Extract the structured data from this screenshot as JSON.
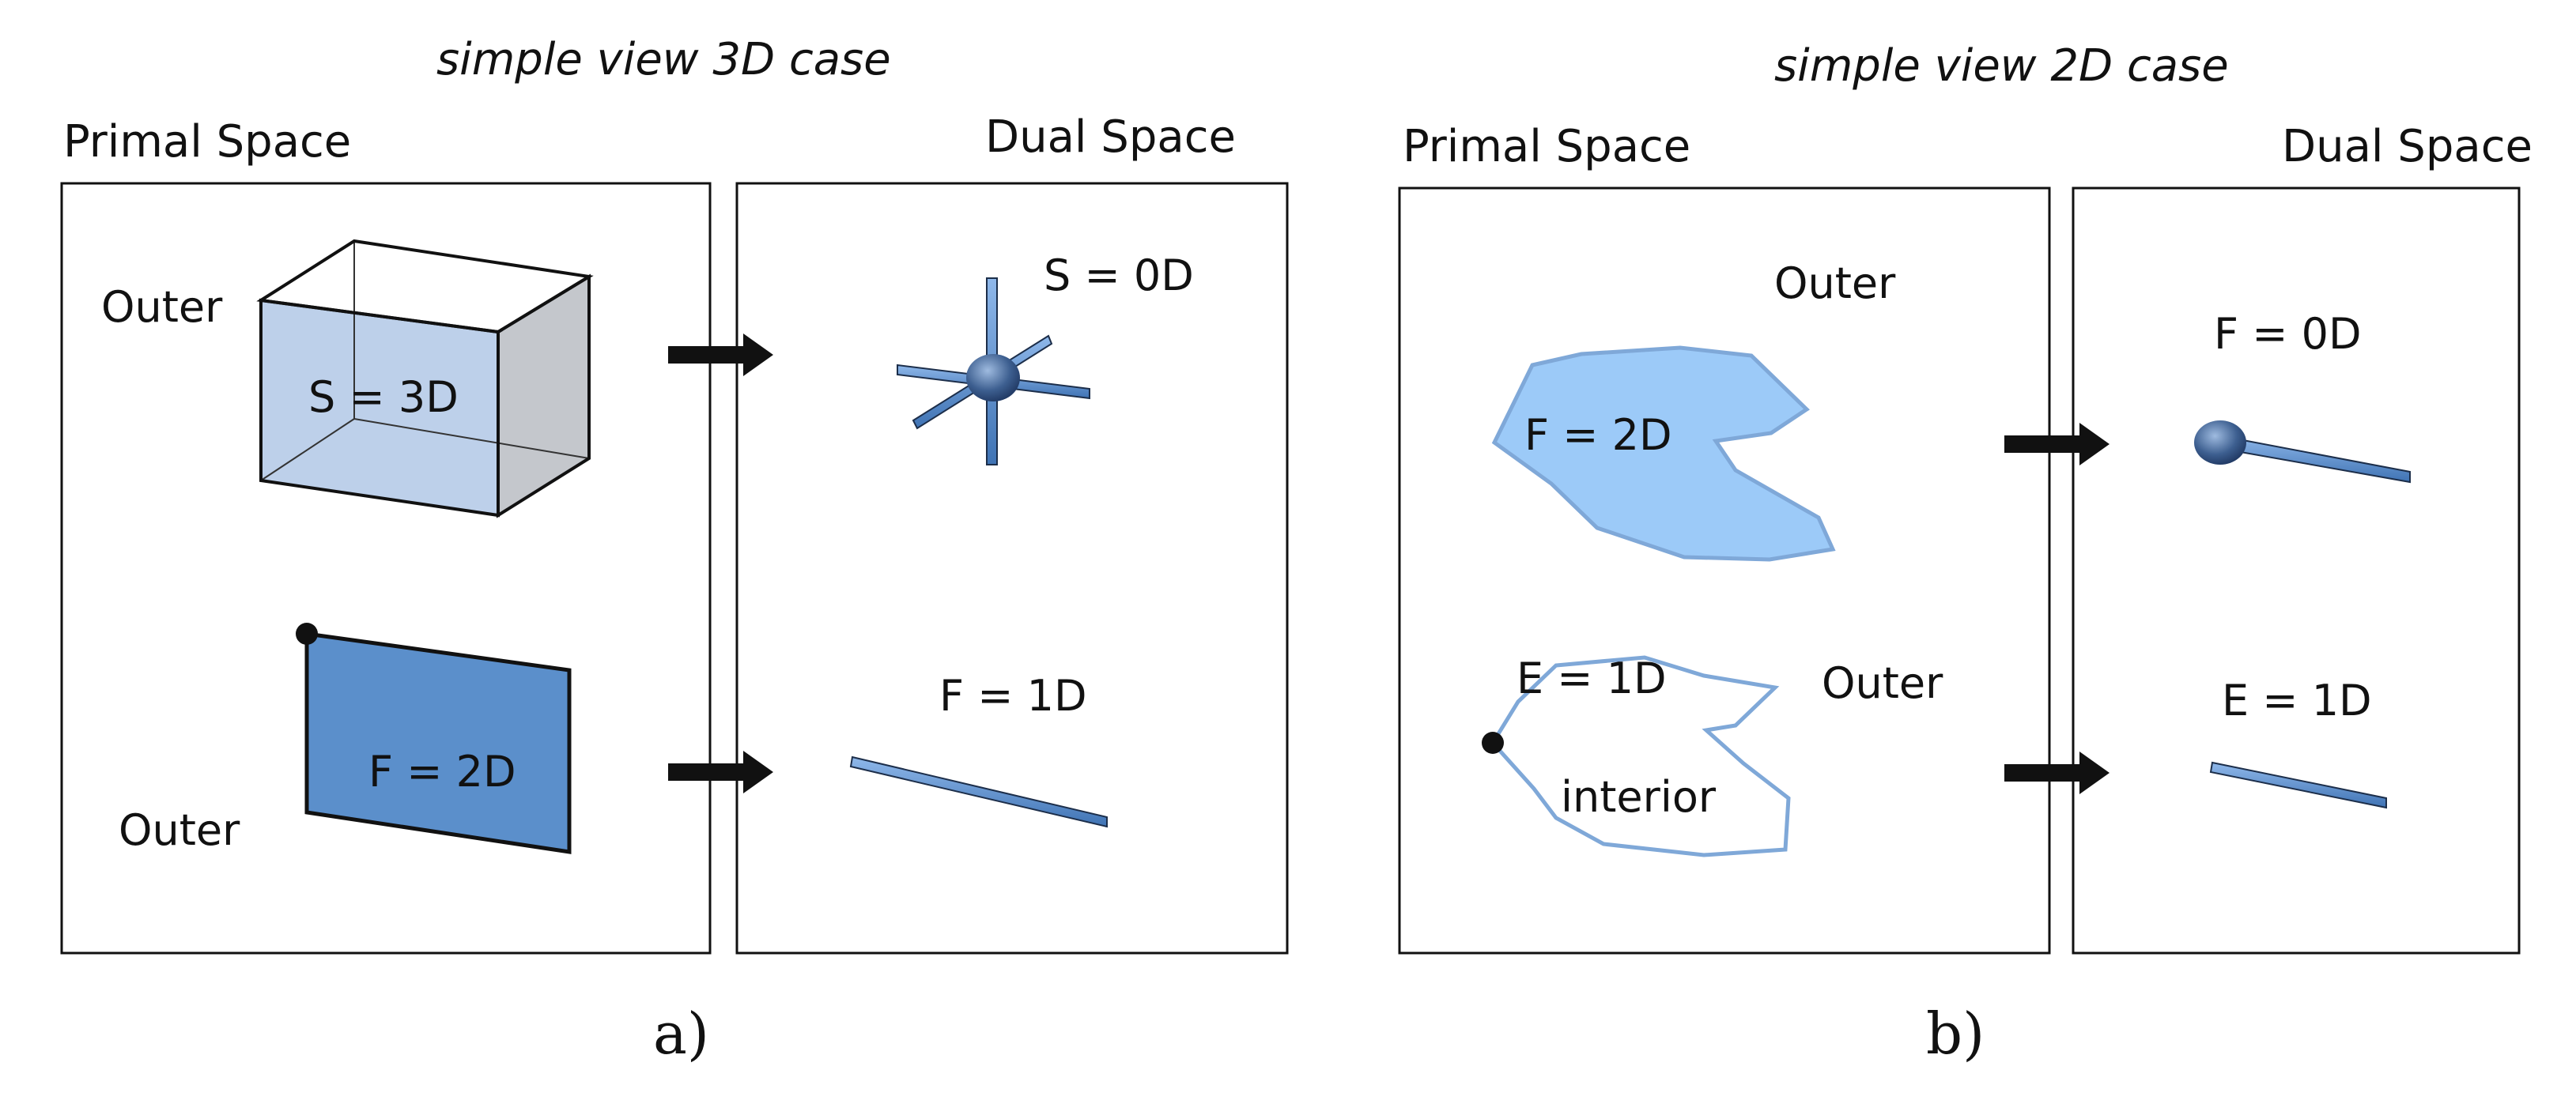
{
  "panel_a": {
    "title": "simple view 3D case",
    "primal_label": "Primal Space",
    "dual_label": "Dual Space",
    "outer_top": "Outer",
    "solid_label": "S = 3D",
    "outer_bottom": "Outer",
    "face_label": "F = 2D",
    "dual_solid_label": "S = 0D",
    "dual_face_label": "F = 1D",
    "caption": "a)"
  },
  "panel_b": {
    "title": "simple view 2D case",
    "primal_label": "Primal Space",
    "dual_label": "Dual Space",
    "outer_top": "Outer",
    "face_label": "F = 2D",
    "edge_label": "E = 1D",
    "outer_bottom": "Outer",
    "interior_label": "interior",
    "dual_face_label": "F = 0D",
    "dual_edge_label": "E = 1D",
    "caption": "b)"
  },
  "colors": {
    "solid_fill": "#bdd0ea",
    "face_fill": "#5b8fcb",
    "polygon_fill": "#9ccaf8",
    "stroke_blue": "#7fa8d8",
    "edge_blue": "#5a8fd0"
  }
}
